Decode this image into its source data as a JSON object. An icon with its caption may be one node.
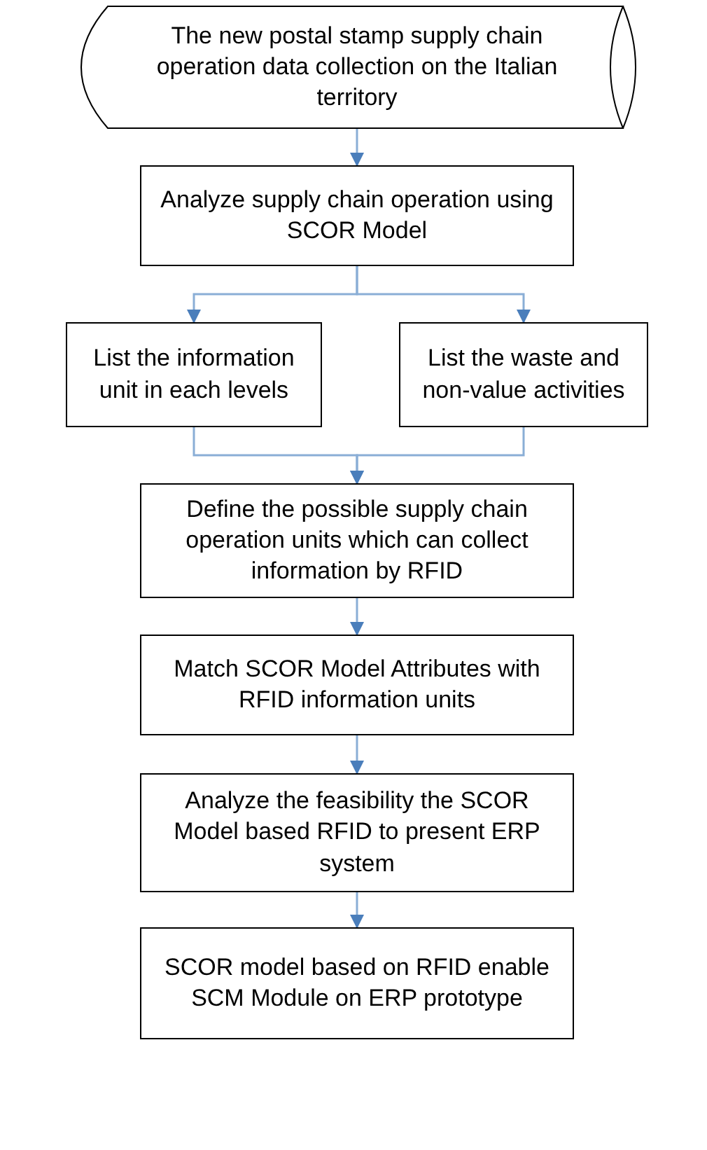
{
  "diagram": {
    "nodes": [
      {
        "text": [
          "The new postal stamp supply chain operation data collection  on the Italian territory"
        ]
      },
      {
        "text": [
          "Analyze supply chain operation using SCOR Model"
        ]
      },
      {
        "text": [
          "List the information unit in each levels"
        ]
      },
      {
        "text": [
          "List the waste and non-value activities"
        ]
      },
      {
        "text": [
          "Define the possible supply chain operation units  which can collect information by RFID"
        ]
      },
      {
        "text": [
          "Match SCOR Model Attributes  with RFID information units"
        ]
      },
      {
        "text": [
          "Analyze the feasibility  the SCOR Model based RFID to present ERP system"
        ]
      },
      {
        "text": [
          "SCOR model based on RFID enable SCM Module on ERP  prototype"
        ]
      }
    ],
    "edges": [
      {
        "from": 0,
        "to": 1,
        "arrow": "to"
      },
      {
        "from": 1,
        "to": 2,
        "arrow": "to"
      },
      {
        "from": 1,
        "to": 3,
        "arrow": "to"
      },
      {
        "from": 2,
        "to": 4,
        "arrow": "to"
      },
      {
        "from": 3,
        "to": 4,
        "arrow": "to"
      },
      {
        "from": 4,
        "to": 5,
        "arrow": "to"
      },
      {
        "from": 5,
        "to": 6,
        "arrow": "to"
      },
      {
        "from": 6,
        "to": 7,
        "arrow": "to"
      }
    ]
  }
}
